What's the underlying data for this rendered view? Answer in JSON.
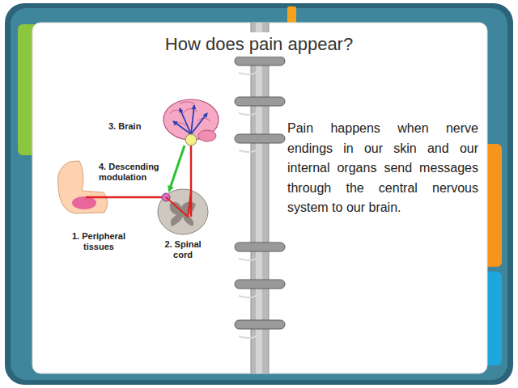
{
  "diagram": {
    "title": "How does pain appear?",
    "labels": [
      "3. Brain",
      "4. Descending modulation",
      "1. Peripheral tissues",
      "2. Spinal cord",
      "Pain happens when nerve endings in our skin and our internal organs send messages through the central nervous system to our brain."
    ]
  }
}
